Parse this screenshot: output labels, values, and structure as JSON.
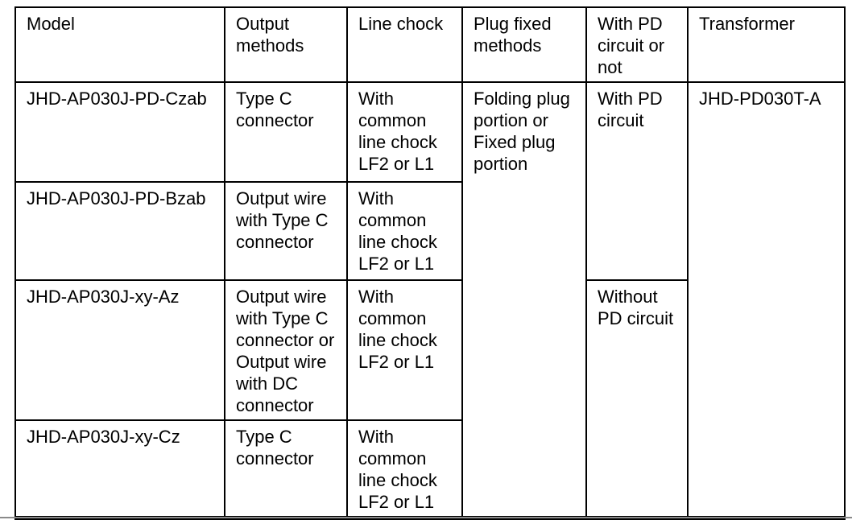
{
  "table": {
    "headers": {
      "model": "Model",
      "output_methods": "Output\nmethods",
      "line_chock": "Line chock",
      "plug_fixed_methods": "Plug fixed\nmethods",
      "pd_circuit_or_not": "With PD\ncircuit or\nnot",
      "transformer": "Transformer"
    },
    "rows": [
      {
        "model": "JHD-AP030J-PD-Czab",
        "output_method": "Type C\nconnector",
        "line_chock": "With\ncommon\nline chock\nLF2 or L1"
      },
      {
        "model": "JHD-AP030J-PD-Bzab",
        "output_method": "Output wire\nwith Type C\nconnector",
        "line_chock": "With\ncommon\nline chock\nLF2 or L1"
      },
      {
        "model": "JHD-AP030J-xy-Az",
        "output_method": "Output wire\nwith Type C\nconnector or\nOutput wire\nwith DC\nconnector",
        "line_chock": "With\ncommon\nline chock\nLF2 or L1"
      },
      {
        "model": "JHD-AP030J-xy-Cz",
        "output_method": "Type C\nconnector",
        "line_chock": "With\ncommon\nline chock\nLF2 or L1"
      }
    ],
    "merged_cells": {
      "plug_fixed_method": "Folding plug\nportion or\nFixed plug\nportion",
      "with_pd": "With PD\ncircuit",
      "without_pd": "Without\nPD circuit",
      "transformer_model": "JHD-PD030T-A"
    },
    "colors": {
      "border": "#000000",
      "text": "#000000",
      "background": "#ffffff"
    }
  }
}
